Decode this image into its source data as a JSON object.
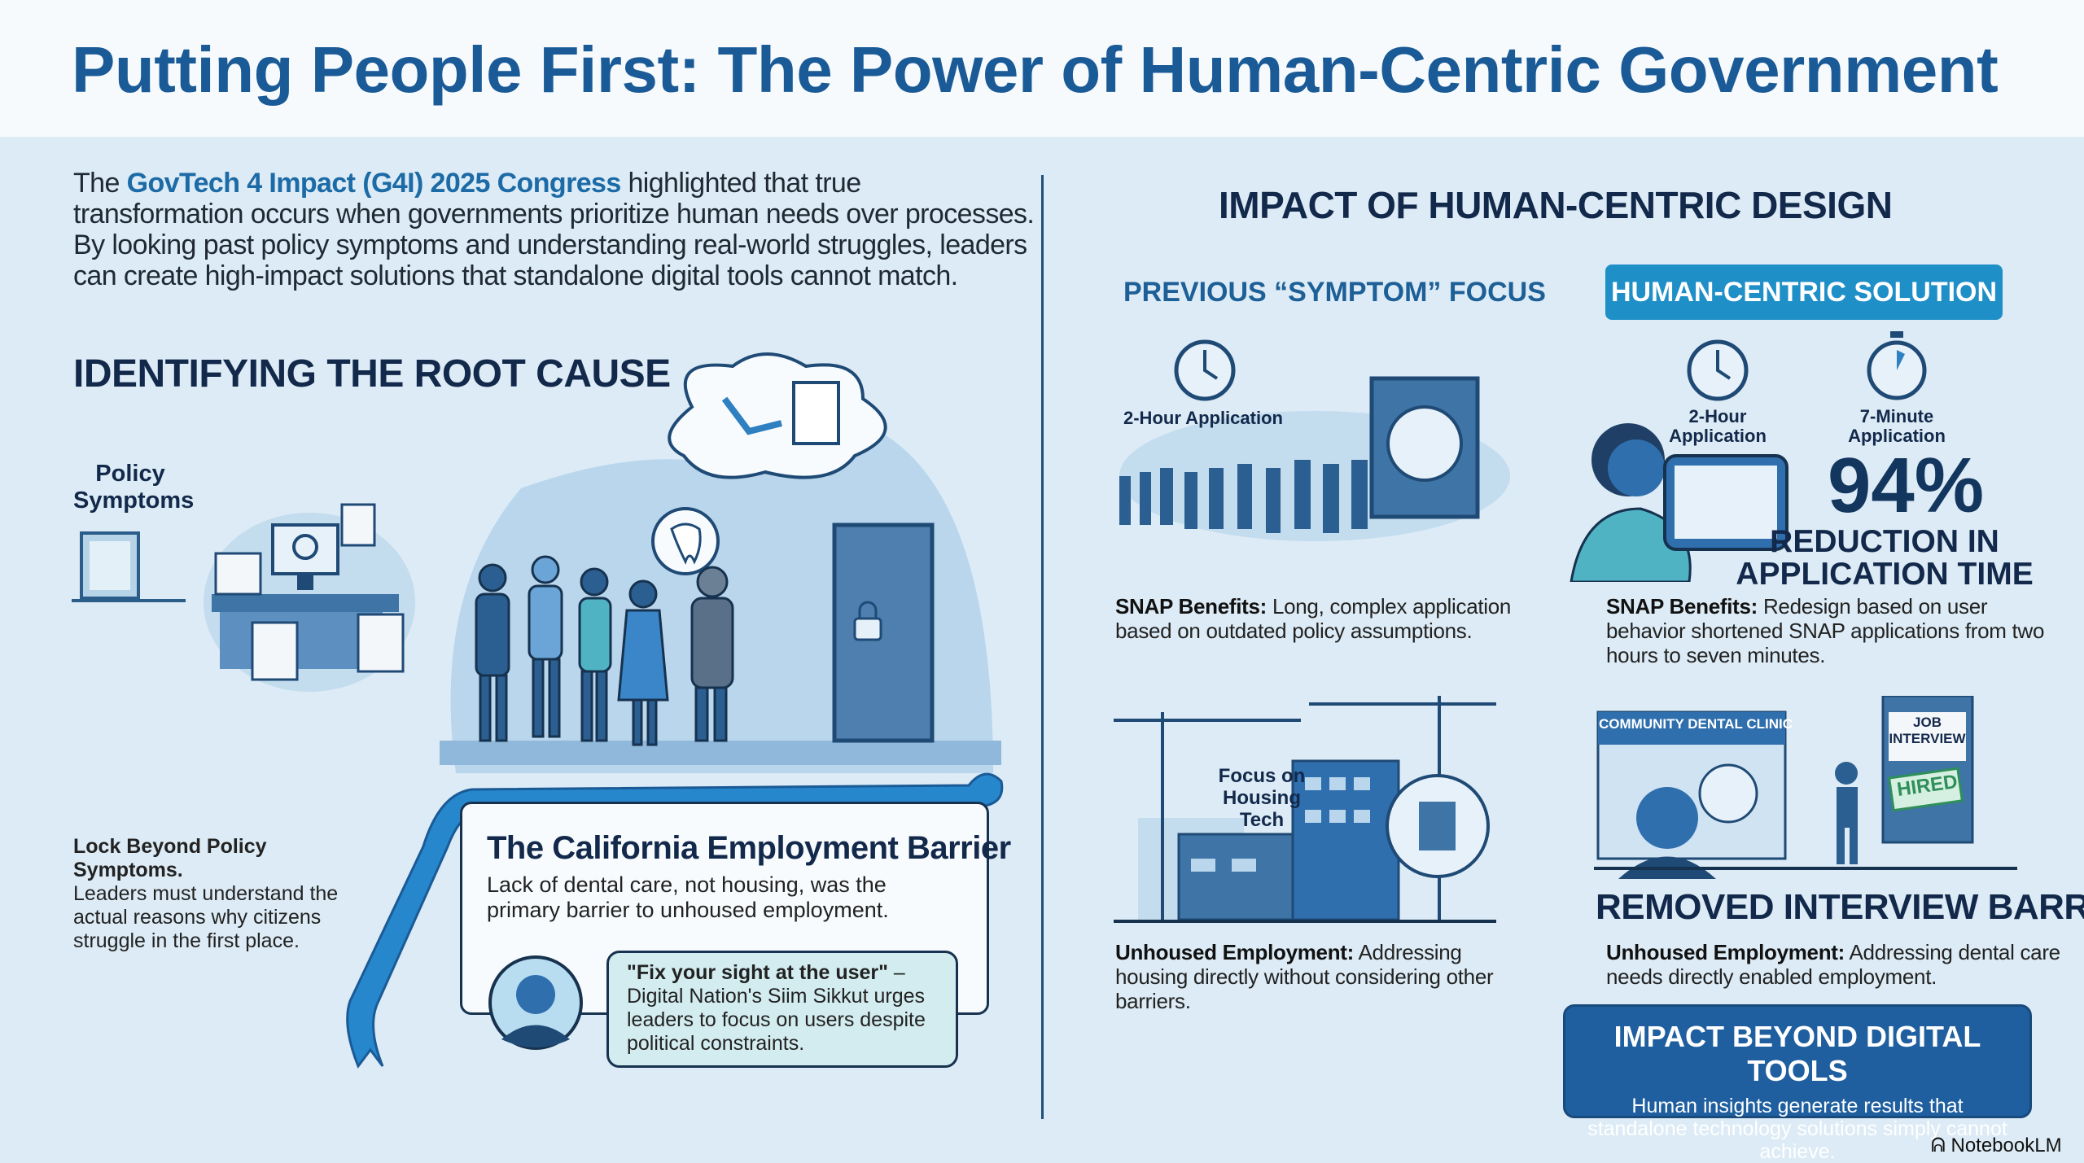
{
  "header": {
    "title": "Putting People First: The Power of Human-Centric Government"
  },
  "intro": {
    "prefix": "The ",
    "highlight": "GovTech 4 Impact (G4I) 2025 Congress",
    "suffix": " highlighted that true transformation occurs when governments prioritize human needs over processes. By looking past policy symptoms and understanding real-world struggles, leaders can create high-impact solutions that standalone digital tools cannot match."
  },
  "root_cause": {
    "heading": "IDENTIFYING THE ROOT CAUSE",
    "policy_label": "Policy Symptoms",
    "lock_title": "Lock Beyond Policy Symptoms.",
    "lock_body": "Leaders must understand the actual reasons why citizens struggle in the first place.",
    "card_title": "The California Employment Barrier",
    "card_body": "Lack of dental care, not housing, was the primary barrier to unhoused employment.",
    "quote_bold": "\"Fix your sight at the user\"",
    "quote_rest": " – Digital Nation's Siim Sikkut urges leaders to focus on users despite political constraints."
  },
  "impact": {
    "heading": "IMPACT OF HUMAN-CENTRIC DESIGN",
    "prev_heading": "PREVIOUS “SYMPTOM” FOCUS",
    "solution_badge": "HUMAN-CENTRIC SOLUTION",
    "prev_clock_label": "2-Hour Application",
    "sol_clock1_label": "2-Hour Application",
    "sol_clock2_label": "7-Minute Application",
    "percent": "94%",
    "reduction_label": "REDUCTION IN APPLICATION TIME",
    "snap_prev_bold": "SNAP Benefits:",
    "snap_prev": " Long, complex application based on outdated policy assumptions.",
    "snap_sol_bold": "SNAP Benefits:",
    "snap_sol": " Redesign based on user behavior shortened SNAP applications from two hours to seven minutes.",
    "housing_label": "Focus on Housing Tech",
    "clinic_sign": "COMMUNITY DENTAL CLINIC",
    "job_sign": "JOB INTERVIEW",
    "hired_stamp": "HIRED",
    "removed_heading": "REMOVED INTERVIEW BARRIER",
    "unh_prev_bold": "Unhoused Employment:",
    "unh_prev": " Addressing housing directly without considering other barriers.",
    "unh_sol_bold": "Unhoused Employment:",
    "unh_sol": " Addressing dental care needs directly enabled employment.",
    "box_title": "IMPACT BEYOND DIGITAL TOOLS",
    "box_body": "Human insights generate results that standalone technology solutions simply cannot achieve."
  },
  "footer": {
    "brand": "NotebookLM"
  },
  "colors": {
    "title": "#1a5a96",
    "navy": "#13294b",
    "accent": "#1f8fc8",
    "box": "#1f5fa0",
    "bg": "#dcebf5"
  }
}
